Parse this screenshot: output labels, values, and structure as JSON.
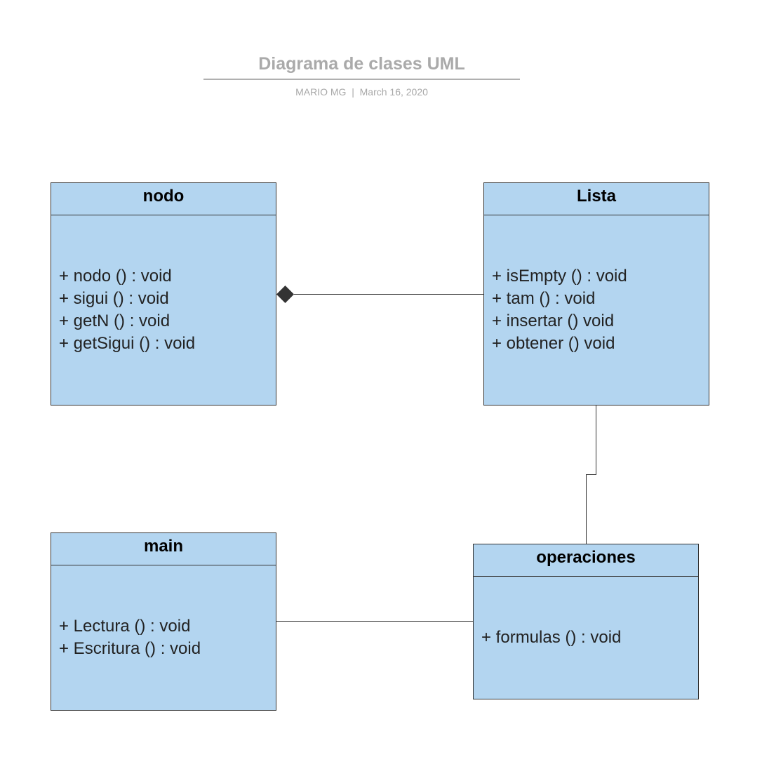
{
  "document": {
    "title": "Diagrama de clases UML",
    "author": "MARIO MG",
    "date": "March 16, 2020"
  },
  "classes": [
    {
      "id": "nodo",
      "name": "nodo",
      "methods": [
        "+ nodo () : void",
        "+ sigui () : void",
        "+ getN () : void",
        "+ getSigui () : void"
      ]
    },
    {
      "id": "lista",
      "name": "Lista",
      "methods": [
        "+ isEmpty () : void",
        "+ tam () : void",
        "+ insertar () void",
        "+ obtener () void"
      ]
    },
    {
      "id": "main",
      "name": "main",
      "methods": [
        "+ Lectura () : void",
        "+ Escritura () : void"
      ]
    },
    {
      "id": "operaciones",
      "name": "operaciones",
      "methods": [
        "+ formulas () : void"
      ]
    }
  ],
  "relationships": [
    {
      "from": "lista",
      "to": "nodo",
      "type": "composition"
    },
    {
      "from": "lista",
      "to": "operaciones",
      "type": "association"
    },
    {
      "from": "main",
      "to": "operaciones",
      "type": "association"
    }
  ],
  "colors": {
    "class_fill": "#b3d5f0",
    "class_border": "#333333",
    "connector": "#333333",
    "title_text": "#aaaaaa"
  }
}
